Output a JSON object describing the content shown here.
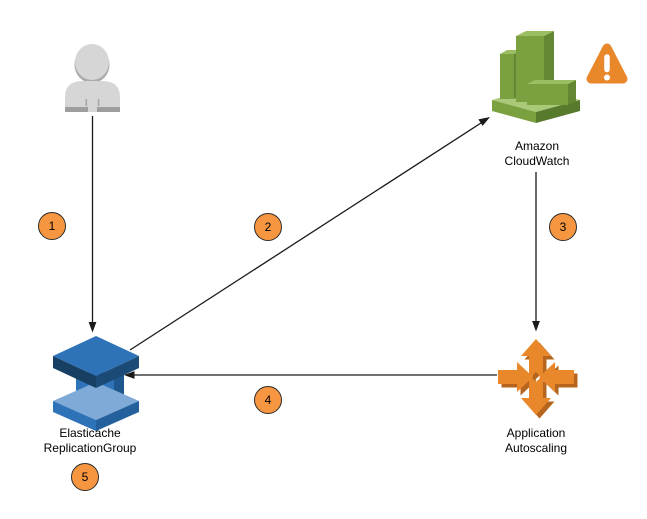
{
  "nodes": {
    "user": {
      "icon": "user-icon"
    },
    "cloudwatch": {
      "icon": "cloudwatch-icon",
      "label": [
        "Amazon",
        "CloudWatch"
      ],
      "badge_icon": "warning-triangle-icon"
    },
    "elasticache": {
      "icon": "elasticache-replication-group-icon",
      "label": [
        "Elasticache",
        "ReplicationGroup"
      ]
    },
    "autoscaling": {
      "icon": "application-autoscaling-icon",
      "label": [
        "Application",
        "Autoscaling"
      ]
    }
  },
  "steps": [
    {
      "number": "1"
    },
    {
      "number": "2"
    },
    {
      "number": "3"
    },
    {
      "number": "4"
    },
    {
      "number": "5"
    }
  ],
  "edges": [
    {
      "from": "user",
      "to": "elasticache"
    },
    {
      "from": "elasticache",
      "to": "cloudwatch"
    },
    {
      "from": "cloudwatch",
      "to": "autoscaling"
    },
    {
      "from": "autoscaling",
      "to": "elasticache"
    }
  ],
  "colors": {
    "background": "#FFFFFF",
    "arrow": "#1A1A1A",
    "step_circle_fill": "#F79640",
    "step_circle_border": "#2B2B2B",
    "user_gray": "#D6D6D6",
    "user_gray_dark": "#9E9E9E",
    "cloudwatch_green": "#7AA03F",
    "cloudwatch_green_dark": "#648733",
    "cloudwatch_green_light": "#9CBE62",
    "cloudwatch_base_light": "#A9C878",
    "warning_orange": "#E8882B",
    "elasticache_blue": "#2E73B8",
    "elasticache_blue_dark": "#173F63",
    "elasticache_blue_side": "#1E568D",
    "elasticache_blue_light": "#7FA9D6",
    "autoscaling_orange": "#E8882B",
    "autoscaling_orange_dark": "#B5651D",
    "text": "#000000"
  }
}
